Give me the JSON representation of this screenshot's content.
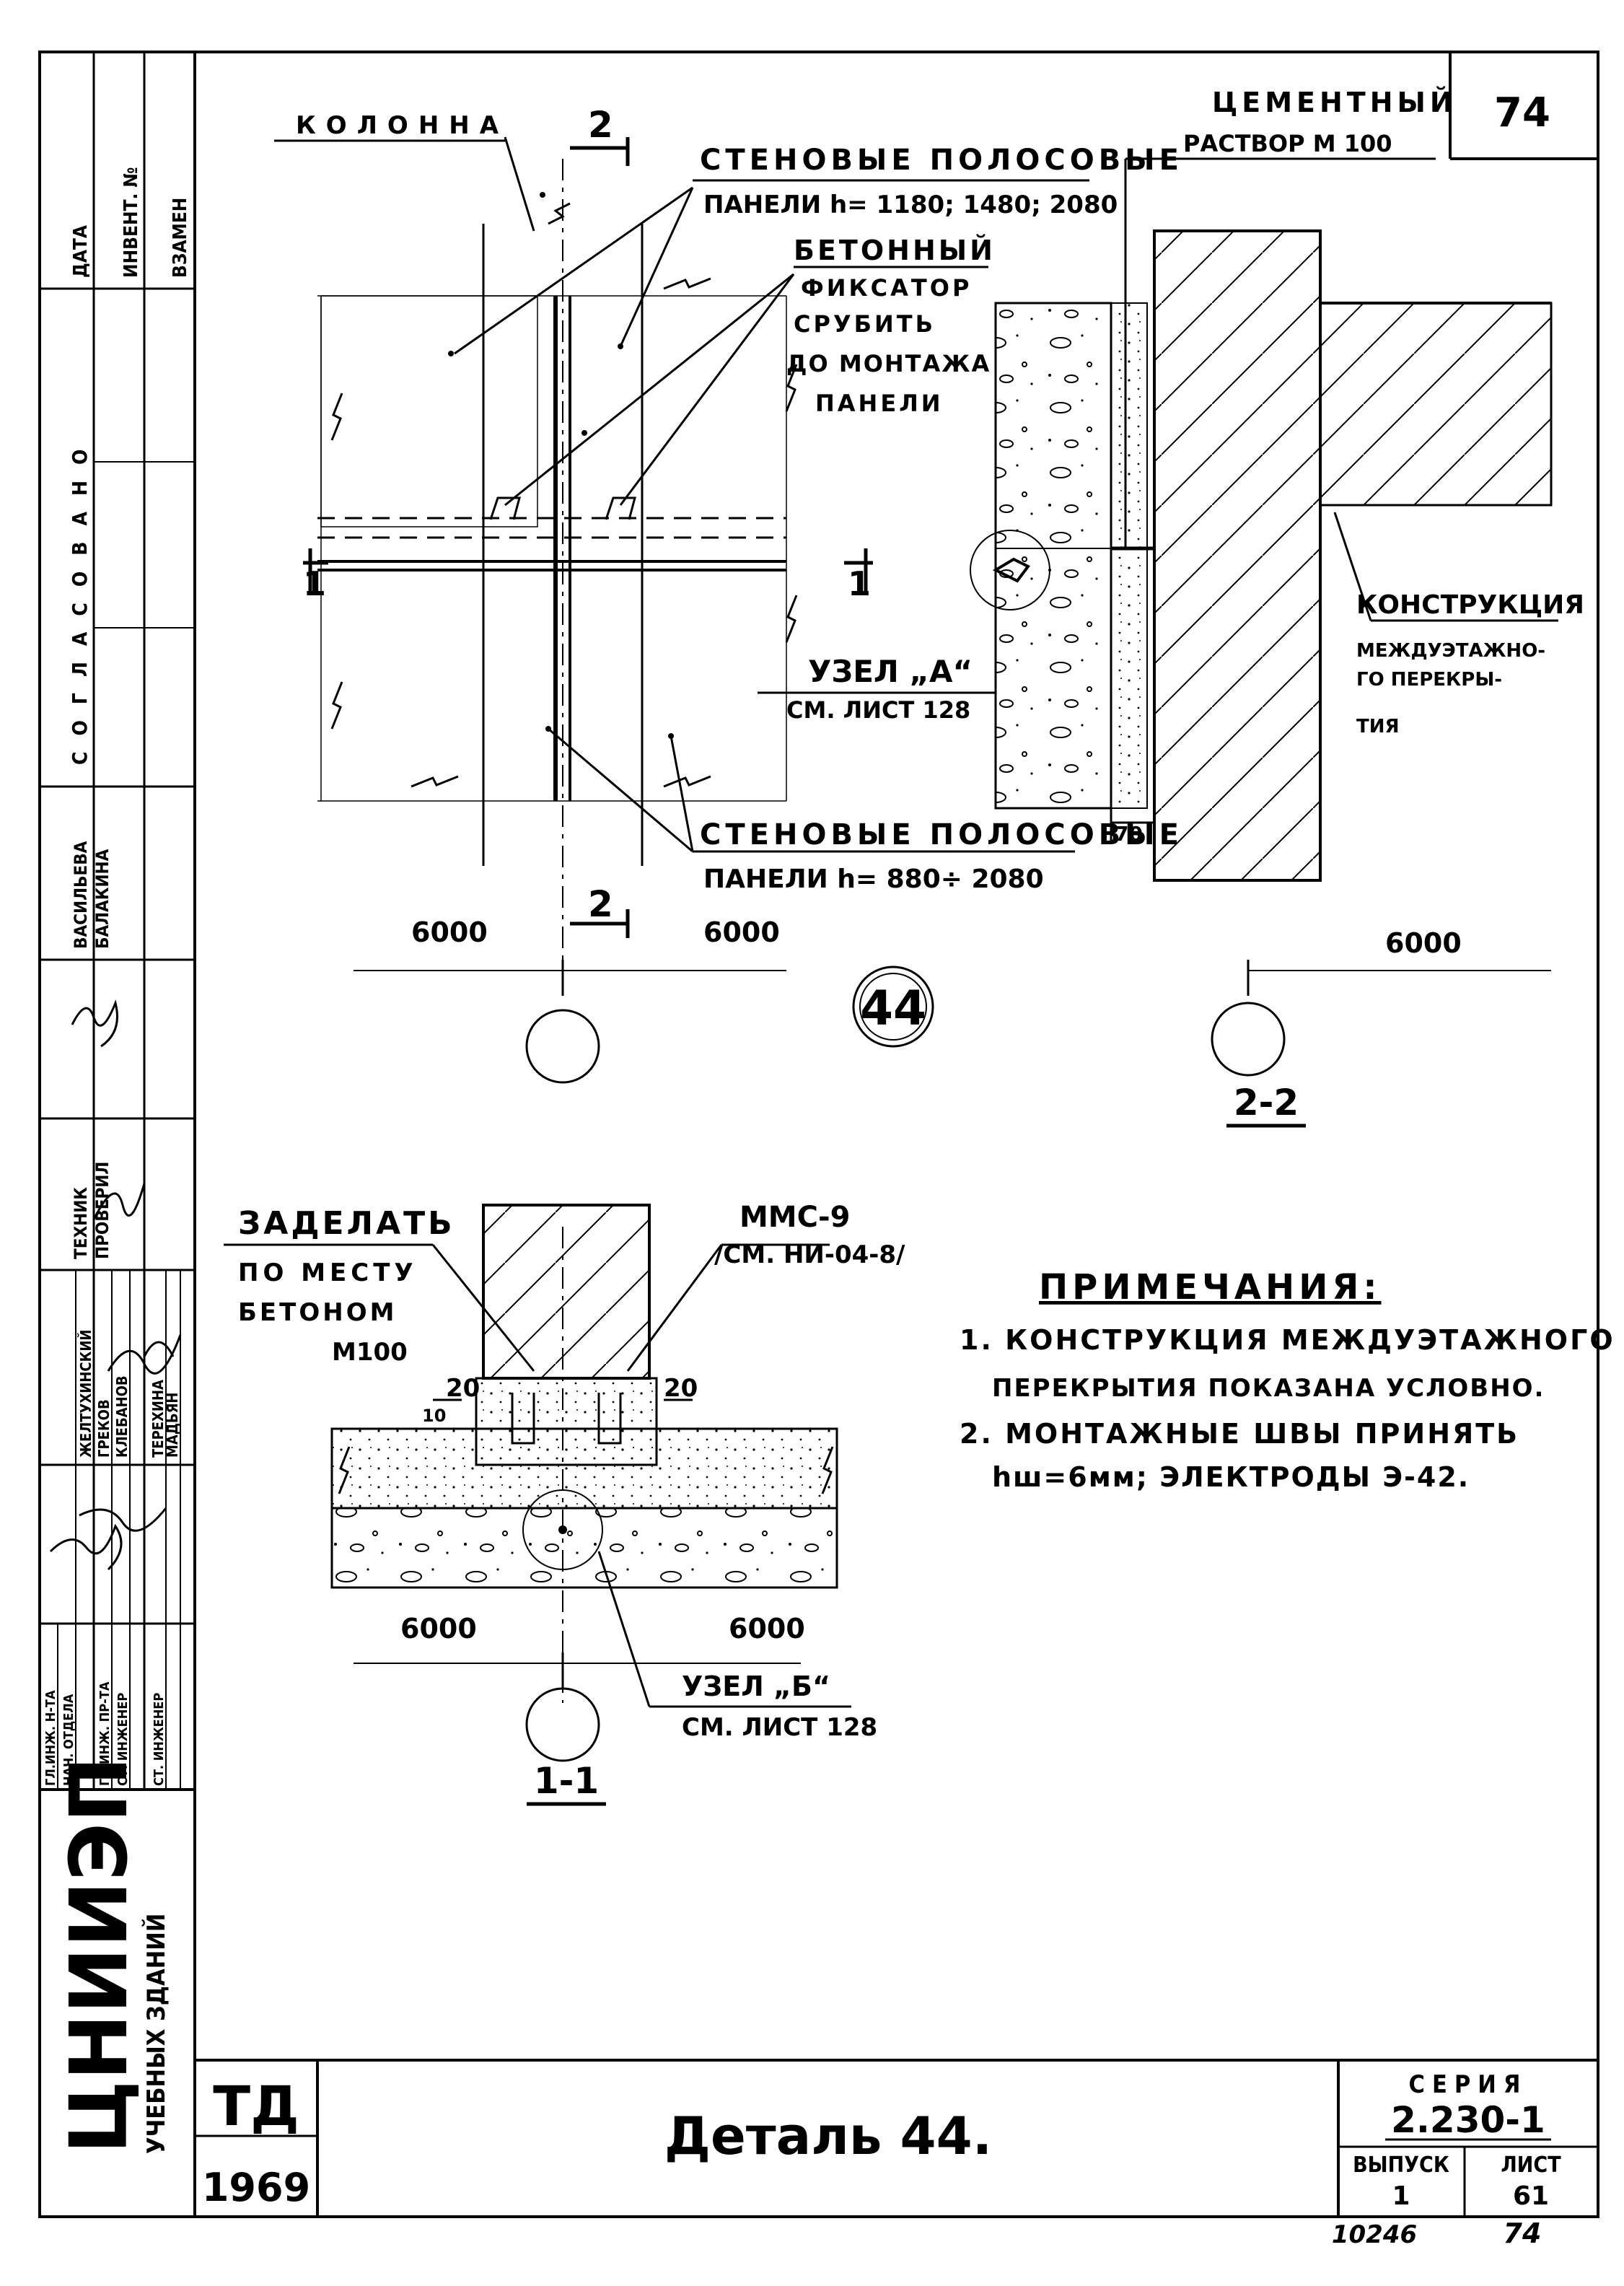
{
  "sheet": {
    "number_top": "74",
    "title": "Деталь 44.",
    "td": "ТД",
    "year": "1969",
    "series_label": "СЕРИЯ",
    "series_value": "2.230-1",
    "issue_label": "ВЫПУСК",
    "issue_value": "1",
    "list_label": "ЛИСТ",
    "list_value": "61",
    "bottom_number": "10246",
    "bottom_page": "74"
  },
  "organization": {
    "name": "ЦНИИЭП",
    "subtitle": "УЧЕБНЫХ ЗДАНИЙ"
  },
  "side_stamp": {
    "top_headers": [
      "ДАТА",
      "ИНВЕНТ. №",
      "ВЗАМЕН"
    ],
    "approved": "СОГЛАСОВАНО",
    "names_col1": [
      "ВАСИЛЬЕВА",
      "БАЛАКИНА"
    ],
    "roles": [
      "ТЕХНИК",
      "ПРОВЕРИЛ"
    ],
    "roles2": [
      "ЖЕЛТУХИНСКИЙ",
      "ГРЕКОВ",
      "КЛЕБАНОВ",
      "ТЕРЕХИНА",
      "МАДЬЯН"
    ],
    "positions": [
      "ГЛ.ИНЖ. Н-ТА",
      "НАЧ. ОТДЕЛА",
      "ГЛ.ИНЖ. ПР-ТА",
      "СТ. ИНЖЕНЕР",
      "СТ. ИНЖЕНЕР"
    ]
  },
  "plan": {
    "column_label": "КОЛОННА",
    "section_top": "2",
    "section_bottom": "2",
    "section_left": "1",
    "section_right": "1",
    "panels_top_line1": "СТЕНОВЫЕ ПОЛОСОВЫЕ",
    "panels_top_line2": "ПАНЕЛИ h= 1180; 1480; 2080",
    "fixator_lines": [
      "БЕТОННЫЙ",
      "ФИКСАТОР",
      "СРУБИТЬ",
      "ДО МОНТАЖА",
      "ПАНЕЛИ"
    ],
    "panels_bottom_line1": "СТЕНОВЫЕ ПОЛОСОВЫЕ",
    "panels_bottom_line2": "ПАНЕЛИ h= 880÷ 2080",
    "dim_left": "6000",
    "dim_right": "6000",
    "detail_number": "44"
  },
  "section_2_2": {
    "mortar_line1": "ЦЕМЕНТНЫЙ",
    "mortar_line2": "РАСТВОР М 100",
    "node_a_line1": "УЗЕЛ „А“",
    "node_a_line2": "СМ. ЛИСТ 128",
    "floor_lines": [
      "КОНСТРУКЦИЯ",
      "МЕЖДУЭТАЖНО-",
      "ГО ПЕРЕКРЫ-",
      "ТИЯ"
    ],
    "dim_70": "70",
    "dim_6000": "6000",
    "title": "2-2"
  },
  "section_1_1": {
    "fill_lines": [
      "ЗАДЕЛАТЬ",
      "ПО МЕСТУ",
      "БЕТОНОМ",
      "М100"
    ],
    "mmc_line1": "ММС-9",
    "mmc_line2": "/СМ. НИ-04-8/",
    "dim_20_left": "20",
    "dim_20_right": "20",
    "dim_10": "10",
    "dim_left": "6000",
    "dim_right": "6000",
    "node_b_line1": "УЗЕЛ „Б“",
    "node_b_line2": "СМ. ЛИСТ 128",
    "title": "1-1"
  },
  "notes": {
    "heading": "ПРИМЕЧАНИЯ:",
    "n1_line1": "1. КОНСТРУКЦИЯ МЕЖДУЭТАЖНОГО",
    "n1_line2": "ПЕРЕКРЫТИЯ ПОКАЗАНА УСЛОВНО.",
    "n2_line1": "2. МОНТАЖНЫЕ ШВЫ ПРИНЯТЬ",
    "n2_line2": "hш=6мм; ЭЛЕКТРОДЫ Э-42."
  }
}
